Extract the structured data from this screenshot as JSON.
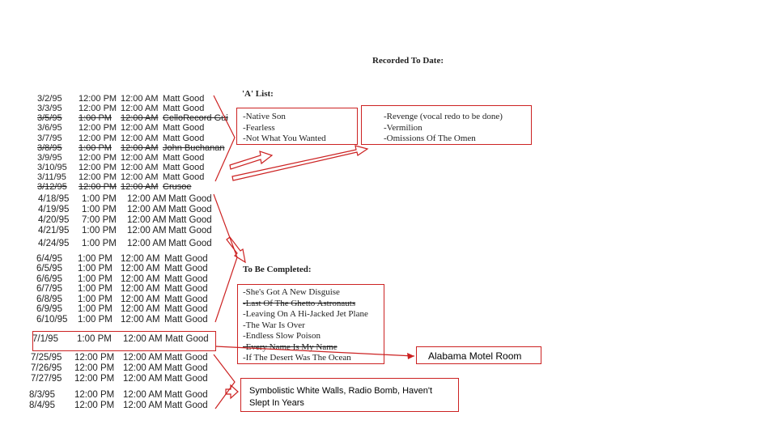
{
  "doc": {
    "heading": "Recorded To Date:",
    "a_list_title": "'A' List:",
    "to_be_completed_title": "To Be Completed:",
    "a_list_col1": [
      "-Native Son",
      "-Fearless",
      "-Not What You Wanted"
    ],
    "a_list_col2": [
      "-Revenge (vocal redo to be done)",
      "-Vermilion",
      "-Omissions Of The Omen"
    ],
    "to_be_completed": [
      {
        "text": "-She's Got A New Disguise",
        "struck": false
      },
      {
        "text": "-Last Of The Ghetto Astronauts",
        "struck": true
      },
      {
        "text": "-Leaving On A Hi-Jacked Jet Plane",
        "struck": false
      },
      {
        "text": "-The War Is Over",
        "struck": false
      },
      {
        "text": "-Endless Slow Poison",
        "struck": false
      },
      {
        "text": "-Every Name Is My Name",
        "struck": true
      },
      {
        "text": "-If The Desert Was The Ocean",
        "struck": false
      }
    ]
  },
  "schedule": [
    {
      "date": "3/2/95",
      "start": "12:00 PM",
      "end": "12:00 AM",
      "artist": "Matt Good",
      "struck": false
    },
    {
      "date": "3/3/95",
      "start": "12:00 PM",
      "end": "12:00 AM",
      "artist": "Matt Good",
      "struck": false
    },
    {
      "date": "3/5/95",
      "start": "1:00 PM",
      "end": "12:00 AM",
      "artist": "CelloRecord Gui",
      "struck": true
    },
    {
      "date": "3/6/95",
      "start": "12:00 PM",
      "end": "12:00 AM",
      "artist": "Matt Good",
      "struck": false
    },
    {
      "date": "3/7/95",
      "start": "12:00 PM",
      "end": "12:00 AM",
      "artist": "Matt Good",
      "struck": false
    },
    {
      "date": "3/8/95",
      "start": "1:00 PM",
      "end": "12:00 AM",
      "artist": "John Buchanan",
      "struck": true
    },
    {
      "date": "3/9/95",
      "start": "12:00 PM",
      "end": "12:00 AM",
      "artist": "Matt Good",
      "struck": false
    },
    {
      "date": "3/10/95",
      "start": "12:00 PM",
      "end": "12:00 AM",
      "artist": "Matt Good",
      "struck": false
    },
    {
      "date": "3/11/95",
      "start": "12:00 PM",
      "end": "12:00 AM",
      "artist": "Matt Good",
      "struck": false
    },
    {
      "date": "3/12/95",
      "start": "12:00 PM",
      "end": "12:00 AM",
      "artist": "Crusoe",
      "struck": true
    },
    {
      "date": "4/18/95",
      "start": "1:00 PM",
      "end": "12:00 AM",
      "artist": "Matt Good",
      "struck": false
    },
    {
      "date": "4/19/95",
      "start": "1:00 PM",
      "end": "12:00 AM",
      "artist": "Matt Good",
      "struck": false
    },
    {
      "date": "4/20/95",
      "start": "7:00 PM",
      "end": "12:00 AM",
      "artist": "Matt Good",
      "struck": false
    },
    {
      "date": "4/21/95",
      "start": "1:00 PM",
      "end": "12:00 AM",
      "artist": "Matt Good",
      "struck": false
    },
    {
      "date": "4/24/95",
      "start": "1:00 PM",
      "end": "12:00 AM",
      "artist": "Matt Good",
      "struck": false
    },
    {
      "date": "6/4/95",
      "start": "1:00 PM",
      "end": "12:00 AM",
      "artist": "Matt Good",
      "struck": false
    },
    {
      "date": "6/5/95",
      "start": "1:00 PM",
      "end": "12:00 AM",
      "artist": "Matt Good",
      "struck": false
    },
    {
      "date": "6/6/95",
      "start": "1:00 PM",
      "end": "12:00 AM",
      "artist": "Matt Good",
      "struck": false
    },
    {
      "date": "6/7/95",
      "start": "1:00 PM",
      "end": "12:00 AM",
      "artist": "Matt Good",
      "struck": false
    },
    {
      "date": "6/8/95",
      "start": "1:00 PM",
      "end": "12:00 AM",
      "artist": "Matt Good",
      "struck": false
    },
    {
      "date": "6/9/95",
      "start": "1:00 PM",
      "end": "12:00 AM",
      "artist": "Matt Good",
      "struck": false
    },
    {
      "date": "6/10/95",
      "start": "1:00 PM",
      "end": "12:00 AM",
      "artist": "Matt Good",
      "struck": false
    },
    {
      "date": "7/1/95",
      "start": "1:00 PM",
      "end": "12:00 AM",
      "artist": "Matt Good",
      "struck": false
    },
    {
      "date": "7/25/95",
      "start": "12:00 PM",
      "end": "12:00 AM",
      "artist": "Matt Good",
      "struck": false
    },
    {
      "date": "7/26/95",
      "start": "12:00 PM",
      "end": "12:00 AM",
      "artist": "Matt Good",
      "struck": false
    },
    {
      "date": "7/27/95",
      "start": "12:00 PM",
      "end": "12:00 AM",
      "artist": "Matt Good",
      "struck": false
    },
    {
      "date": "8/3/95",
      "start": "12:00 PM",
      "end": "12:00 AM",
      "artist": "Matt Good",
      "struck": false
    },
    {
      "date": "8/4/95",
      "start": "12:00 PM",
      "end": "12:00 AM",
      "artist": "Matt Good",
      "struck": false
    }
  ],
  "annotations": {
    "motel": "Alabama Motel Room",
    "songs": "Symbolistic White Walls, Radio Bomb, Haven't Slept In Years"
  },
  "colors": {
    "annotation": "#cc2222",
    "text": "#222222"
  }
}
